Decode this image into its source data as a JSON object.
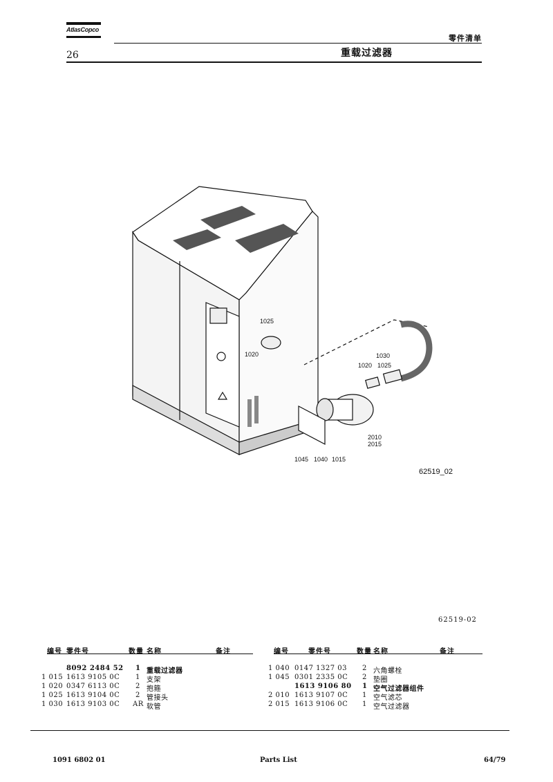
{
  "header": {
    "logo_text": "AtlasCopco",
    "section_label": "零件清单",
    "page_number": "26",
    "title": "重载过滤器"
  },
  "drawing": {
    "figure_id": "62519_02",
    "callouts": [
      "1025",
      "1020",
      "1030",
      "1020",
      "1025",
      "2010",
      "2015",
      "1045",
      "1040",
      "1015"
    ]
  },
  "figure_ref": "62519-02",
  "table_headers": {
    "item": "编号",
    "part_number": "零件号",
    "quantity": "数量",
    "name": "名称",
    "remarks": "备注"
  },
  "left_rows": [
    {
      "item": "",
      "part": "8092 2484 52",
      "qty": "1",
      "name": "重载过滤器",
      "bold": true
    },
    {
      "item": "1 015",
      "part": "1613 9105 0C",
      "qty": "1",
      "name": "支架",
      "bold": false
    },
    {
      "item": "1 020",
      "part": "0347 6113 0C",
      "qty": "2",
      "name": "抱箍",
      "bold": false
    },
    {
      "item": "1 025",
      "part": "1613 9104 0C",
      "qty": "2",
      "name": "管接头",
      "bold": false
    },
    {
      "item": "1 030",
      "part": "1613 9103 0C",
      "qty": "AR",
      "name": "软管",
      "bold": false
    }
  ],
  "right_rows": [
    {
      "item": "1 040",
      "part": "0147 1327 03",
      "qty": "2",
      "name": "六角螺栓",
      "bold": false
    },
    {
      "item": "1 045",
      "part": "0301 2335 0C",
      "qty": "2",
      "name": "垫圈",
      "bold": false
    },
    {
      "item": "",
      "part": "1613 9106 80",
      "qty": "1",
      "name": "空气过滤器组件",
      "bold": true
    },
    {
      "item": "2 010",
      "part": "1613 9107 0C",
      "qty": "1",
      "name": "空气滤芯",
      "bold": false
    },
    {
      "item": "2 015",
      "part": "1613 9106 0C",
      "qty": "1",
      "name": "空气过滤器",
      "bold": false
    }
  ],
  "footer": {
    "doc_number": "1091 6802 01",
    "doc_type": "Parts List",
    "page": "64/79"
  }
}
